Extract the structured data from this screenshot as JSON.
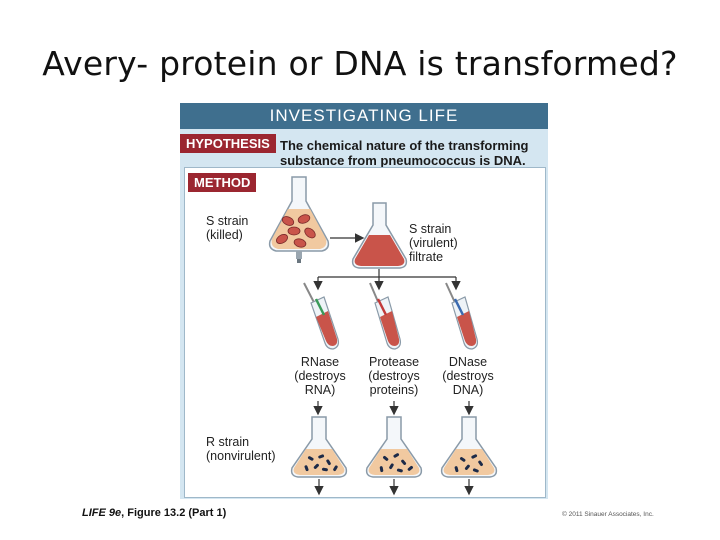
{
  "slide_title": "Avery- protein or DNA is transformed?",
  "panel": {
    "header": "INVESTIGATING LIFE",
    "hypothesis_tag": "HYPOTHESIS",
    "hypothesis_line1": "The chemical nature of the transforming",
    "hypothesis_line2": "substance from pneumococcus is DNA.",
    "method_tag": "METHOD"
  },
  "labels": {
    "s_killed_1": "S strain",
    "s_killed_2": "(killed)",
    "s_filtrate_1": "S strain",
    "s_filtrate_2": "(virulent)",
    "s_filtrate_3": "filtrate",
    "rnase_1": "RNase",
    "rnase_2": "(destroys",
    "rnase_3": "RNA)",
    "protease_1": "Protease",
    "protease_2": "(destroys",
    "protease_3": "proteins)",
    "dnase_1": "DNase",
    "dnase_2": "(destroys",
    "dnase_3": "DNA)",
    "r_strain_1": "R strain",
    "r_strain_2": "(nonvirulent)"
  },
  "caption": {
    "book": "LIFE 9e",
    "figure": ", Figure 13.2 (Part 1)"
  },
  "copyright": "© 2011 Sinauer Associates, Inc.",
  "colors": {
    "header_bg": "#3f6f8e",
    "tag_bg": "#9b2630",
    "panel_bg": "#d4e6f1",
    "filtrate": "#c9544a",
    "culture": "#f1c9a0",
    "colony": "#1c2a48"
  }
}
